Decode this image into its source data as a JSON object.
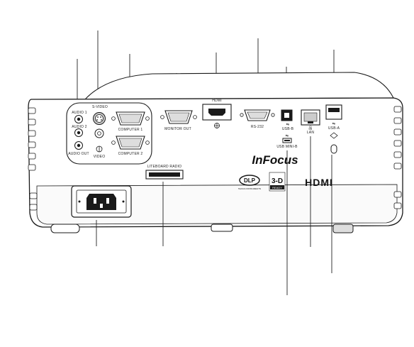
{
  "ports": {
    "audio1": "AUDIO 1",
    "audio2": "AUDIO 2",
    "audio_out": "AUDIO OUT",
    "svideo": "S-VIDEO",
    "video": "VIDEO",
    "computer1": "COMPUTER 1",
    "computer2": "COMPUTER 2",
    "monitor_out": "MONITOR OUT",
    "hdmi": "HDMI",
    "rs232": "RS-232",
    "usb_b": "USB-B",
    "usb_mini": "USB MINI-B",
    "lan": "LAN",
    "usb_a": "USB-A",
    "liteboard_radio": "LITEBOARD RADIO"
  },
  "branding": {
    "infocus": "InFocus",
    "dlp": "DLP",
    "dlp_sub": "TEXAS INSTRUMENTS",
    "three_d": "3-D",
    "three_d_sub": "READY",
    "hdmi_logo": "HDMI"
  },
  "colors": {
    "body": "#ffffff",
    "outline": "#1a1a1a",
    "panel_shade": "#e8e8e8",
    "leader": "#222222"
  }
}
